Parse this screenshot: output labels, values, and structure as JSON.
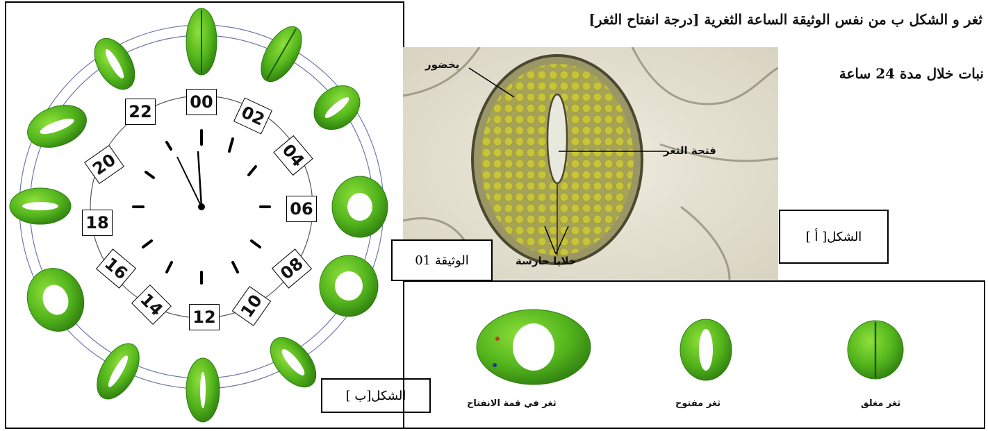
{
  "header": {
    "line1": "ثغر و الشكل ب من نفس الوثيقة الساعة الثغرية [درجة انفتاح الثغر]",
    "line2": "نبات  خلال مدة 24 ساعة"
  },
  "figure_a": {
    "label": "الشكل[ أ ]",
    "chloroplast_label": "يخضور",
    "opening_label": "فتحة الثغر",
    "guard_cells_label": "خلايا حارسة"
  },
  "document_label": "الوثيقة 01",
  "figure_b": {
    "label": "الشكل[ب ]",
    "hours": [
      "00",
      "02",
      "04",
      "06",
      "08",
      "10",
      "12",
      "14",
      "16",
      "18",
      "20",
      "22"
    ]
  },
  "states": {
    "fully_open": "ثغر في قمة الانفتاح",
    "open": "ثغر مفتوح",
    "closed": "ثغر مغلق"
  },
  "colors": {
    "guard_cell_green": "#5fbf1f",
    "guard_cell_dark": "#2f7d10",
    "micro_bg": "#e8e4d4",
    "micro_cell": "#c9c63a",
    "ring": "#6b78a8"
  }
}
